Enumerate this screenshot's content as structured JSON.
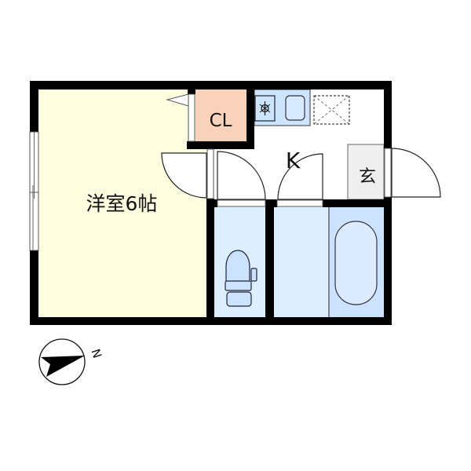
{
  "floor_plan": {
    "rooms": {
      "western_room": {
        "label": "洋室6帖",
        "color": "#FEFEE0"
      },
      "closet": {
        "label": "CL",
        "color": "#F8D2BA"
      },
      "kitchen": {
        "label": "K",
        "color": "#FFFFFF"
      },
      "entrance": {
        "label": "玄",
        "color": "#EFEFEF"
      },
      "toilet": {
        "color": "#DDEEFF"
      },
      "washroom": {
        "color": "#DDEEFF"
      },
      "bathroom": {
        "color": "#CCE3FF"
      }
    },
    "fixtures": [
      "stove",
      "sink",
      "refrigerator-space",
      "toilet",
      "bathtub"
    ],
    "compass": {
      "label": "N"
    }
  }
}
